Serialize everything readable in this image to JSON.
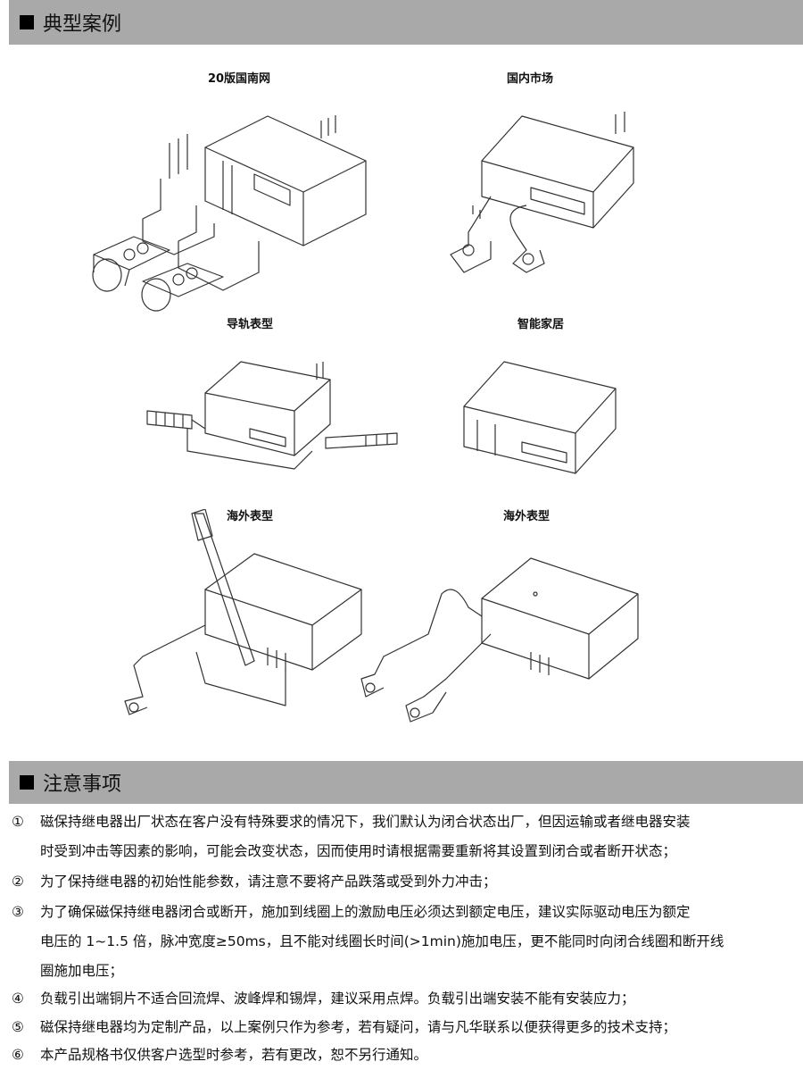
{
  "section1": {
    "title": "典型案例"
  },
  "cases": [
    {
      "caption": "20版国南网"
    },
    {
      "caption": "国内市场"
    },
    {
      "caption": "导轨表型"
    },
    {
      "caption": "智能家居"
    },
    {
      "caption": "海外表型"
    },
    {
      "caption": "海外表型"
    }
  ],
  "section2": {
    "title": "注意事项"
  },
  "notes": [
    {
      "num": "①",
      "lines": [
        "磁保持继电器出厂状态在客户没有特殊要求的情况下，我们默认为闭合状态出厂，但因运输或者继电器安装",
        "时受到冲击等因素的影响，可能会改变状态，因而使用时请根据需要重新将其设置到闭合或者断开状态；"
      ]
    },
    {
      "num": "②",
      "lines": [
        "为了保持继电器的初始性能参数，请注意不要将产品跌落或受到外力冲击；"
      ]
    },
    {
      "num": "③",
      "lines": [
        "为了确保磁保持继电器闭合或断开，施加到线圈上的激励电压必须达到额定电压，建议实际驱动电压为额定",
        "电压的 1~1.5 倍，脉冲宽度≥50ms，且不能对线圈长时间(>1min)施加电压，更不能同时向闭合线圈和断开线",
        "圈施加电压；"
      ]
    },
    {
      "num": "④",
      "lines": [
        "负载引出端铜片不适合回流焊、波峰焊和锡焊，建议采用点焊。负载引出端安装不能有安装应力；"
      ]
    },
    {
      "num": "⑤",
      "lines": [
        "磁保持继电器均为定制产品，以上案例只作为参考，若有疑问，请与凡华联系以便获得更多的技术支持；"
      ]
    },
    {
      "num": "⑥",
      "lines": [
        "本产品规格书仅供客户选型时参考，若有更改，恕不另行通知。"
      ]
    }
  ]
}
